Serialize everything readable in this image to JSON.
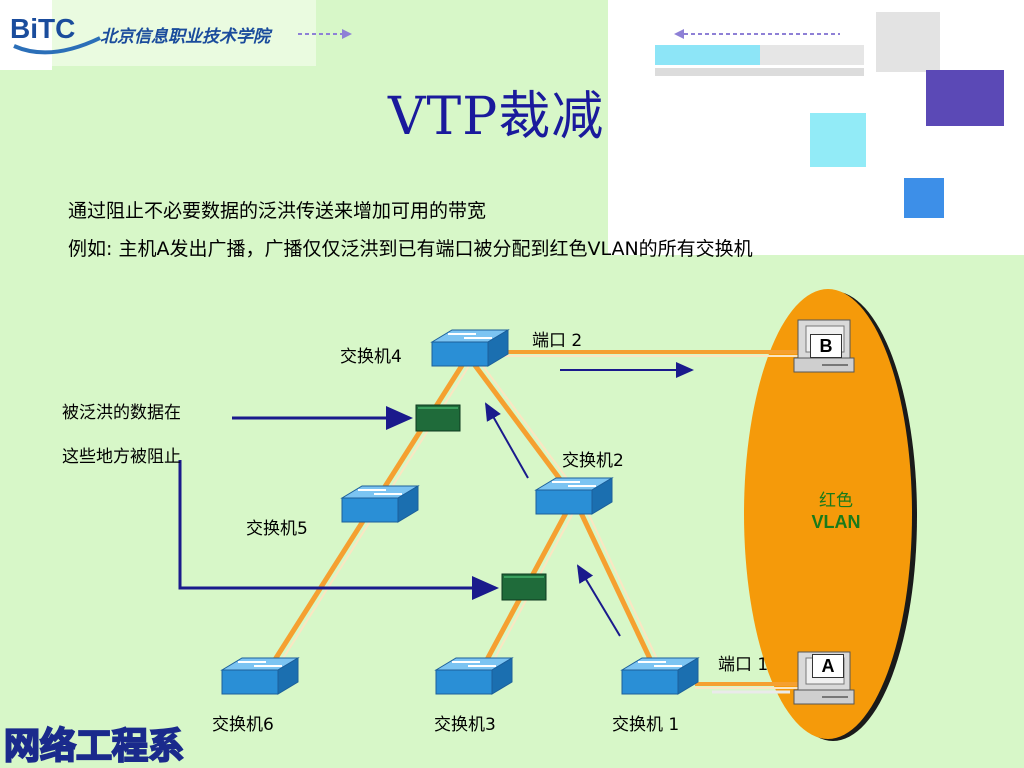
{
  "header": {
    "logo_text": "BiTC",
    "logo_subtitle": "北京信息职业技术学院"
  },
  "title": "VTP裁减",
  "body": {
    "line1": "通过阻止不必要数据的泛洪传送来增加可用的带宽",
    "line2": "例如: 主机A发出广播，广播仅仅泛洪到已有端口被分配到红色VLAN的所有交换机"
  },
  "diagram": {
    "switches": {
      "sw1": "交换机 1",
      "sw2": "交换机2",
      "sw3": "交换机3",
      "sw4": "交换机4",
      "sw5": "交换机5",
      "sw6": "交换机6"
    },
    "ports": {
      "port1": "端口 1",
      "port2": "端口 2"
    },
    "hosts": {
      "a": "A",
      "b": "B"
    },
    "vlan": {
      "line1": "红色",
      "line2": "VLAN"
    },
    "blocked_note": {
      "line1": "被泛洪的数据在",
      "line2": "这些地方被阻止"
    }
  },
  "footer": {
    "watermark": "网络工程系"
  },
  "colors": {
    "background": "#d7f7c8",
    "vlan_fill": "#f59a0a",
    "link_orange": "#f5a030",
    "switch_blue": "#2a8fd6",
    "arrow_navy": "#1a1a8c",
    "block_green": "#1f6b3a"
  }
}
